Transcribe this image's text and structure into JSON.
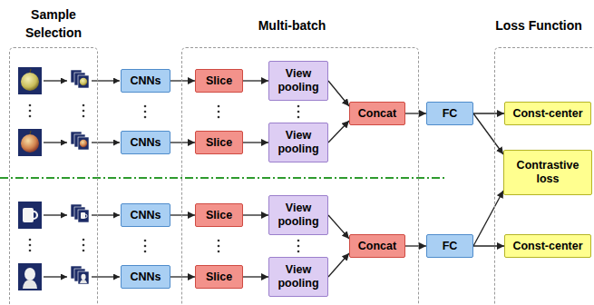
{
  "diagram": {
    "nodes": [
      {
        "text": [
          "Sample Selection"
        ]
      },
      {
        "text": [
          "Multi-batch"
        ]
      },
      {
        "text": [
          "Loss Function"
        ]
      },
      {
        "text": [
          "CNNs"
        ]
      },
      {
        "text": [
          "Slice"
        ],
        "in": 1
      },
      {
        "text": [
          "View pooling"
        ],
        "in": 1
      },
      {
        "text": [
          "CNNs"
        ]
      },
      {
        "text": [
          "Slice"
        ],
        "in": 1
      },
      {
        "text": [
          "View pooling"
        ],
        "in": 1
      },
      {
        "text": [
          "Concat"
        ],
        "in": 1
      },
      {
        "text": [
          "FC"
        ]
      },
      {
        "text": [
          "Const-center"
        ],
        "in": 2
      },
      {
        "text": [
          "Contrastive loss"
        ],
        "in": 2
      },
      {
        "text": [
          "CNNs"
        ]
      },
      {
        "text": [
          "Slice"
        ],
        "in": 1
      },
      {
        "text": [
          "View pooling"
        ],
        "in": 1
      },
      {
        "text": [
          "CNNs"
        ]
      },
      {
        "text": [
          "Slice"
        ],
        "in": 1
      },
      {
        "text": [
          "View pooling"
        ],
        "in": 1
      },
      {
        "text": [
          "Concat"
        ],
        "in": 1
      },
      {
        "text": [
          "FC"
        ]
      },
      {
        "text": [
          "Const-center"
        ],
        "in": 2
      }
    ],
    "edges": [
      {
        "from": 3,
        "to": 4,
        "arrow": "to"
      },
      {
        "from": 4,
        "to": 5,
        "arrow": "to"
      },
      {
        "from": 6,
        "to": 7,
        "arrow": "to"
      },
      {
        "from": 7,
        "to": 8,
        "arrow": "to"
      },
      {
        "from": 5,
        "to": 9,
        "arrow": "to"
      },
      {
        "from": 8,
        "to": 9,
        "arrow": "to"
      },
      {
        "from": 9,
        "to": 10,
        "arrow": "to"
      },
      {
        "from": 10,
        "to": 11,
        "arrow": "to"
      },
      {
        "from": 10,
        "to": 12,
        "arrow": "to"
      },
      {
        "from": 13,
        "to": 14,
        "arrow": "to"
      },
      {
        "from": 14,
        "to": 15,
        "arrow": "to"
      },
      {
        "from": 16,
        "to": 17,
        "arrow": "to"
      },
      {
        "from": 17,
        "to": 18,
        "arrow": "to"
      },
      {
        "from": 15,
        "to": 19,
        "arrow": "to"
      },
      {
        "from": 18,
        "to": 19,
        "arrow": "to"
      },
      {
        "from": 19,
        "to": 20,
        "arrow": "to"
      },
      {
        "from": 20,
        "to": 21,
        "arrow": "to"
      },
      {
        "from": 20,
        "to": 12,
        "arrow": "to"
      }
    ]
  }
}
